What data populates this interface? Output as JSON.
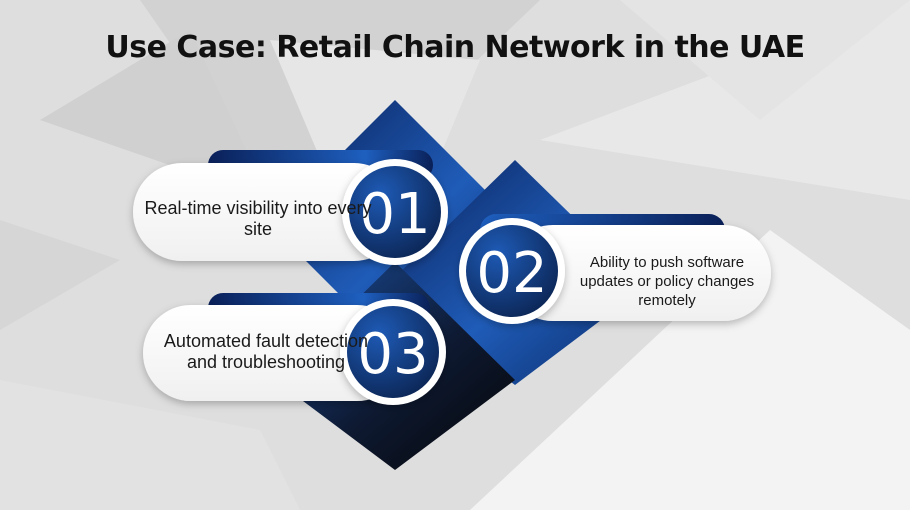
{
  "title": "Use Case: Retail Chain Network in the UAE",
  "colors": {
    "background": "#dcdcdc",
    "navy": "#0b2a66",
    "blue": "#1e5fbf",
    "dark": "#0d0d0d"
  },
  "steps": [
    {
      "number": "01",
      "text": "Real-time visibility into every site"
    },
    {
      "number": "02",
      "text": "Ability to push software updates or policy changes remotely"
    },
    {
      "number": "03",
      "text": "Automated fault detection and troubleshooting"
    }
  ]
}
